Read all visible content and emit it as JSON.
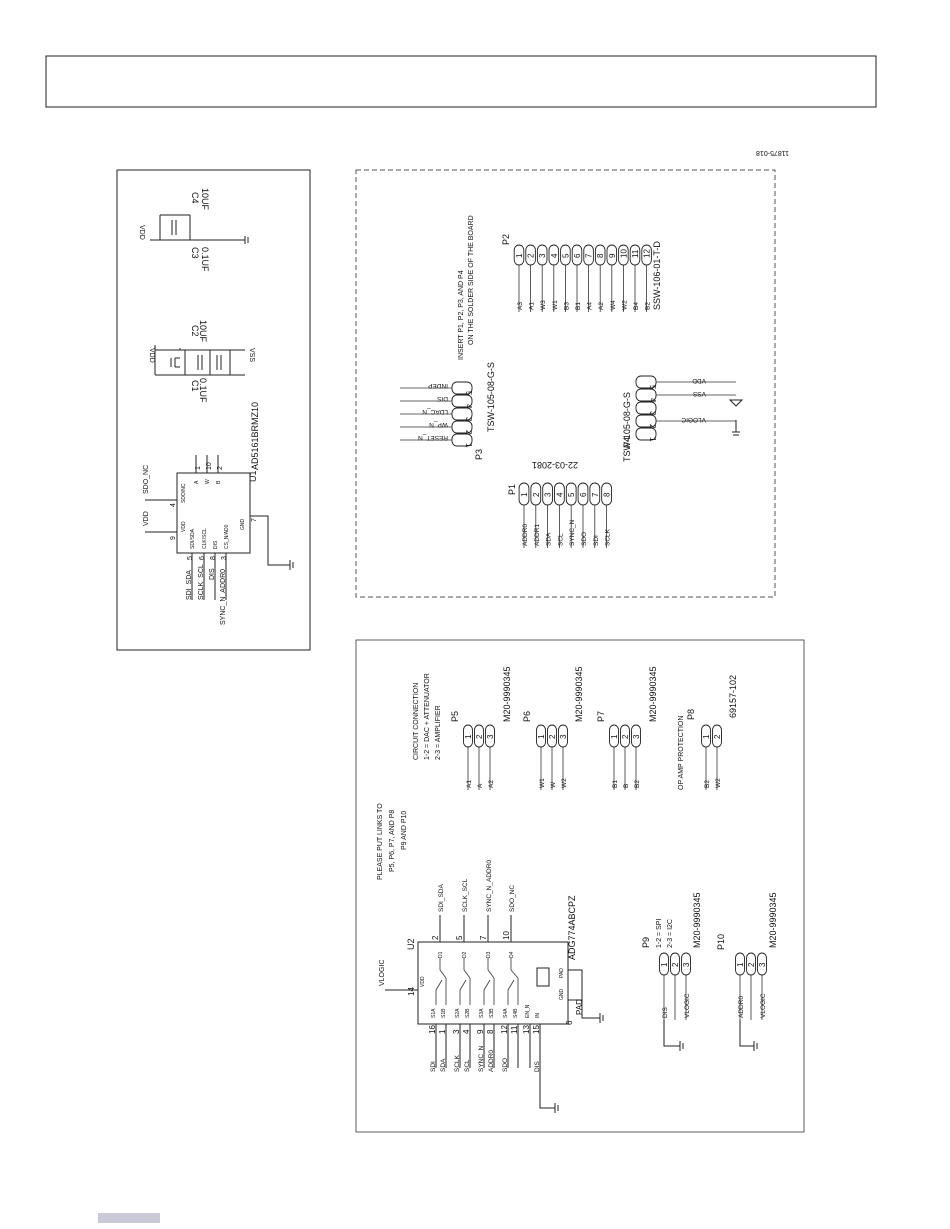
{
  "figure_code": "11875-018",
  "u1": {
    "ref": "U1",
    "part": "AD5161BRMZ10",
    "labels": {
      "vdd": "VDD",
      "sdo_nc": "SDO_NC",
      "sdi_sda": "SDI_SDA",
      "sclk_scl": "SCLK_SCL",
      "dis": "DIS",
      "sync": "SYNC_N_ADDR0"
    },
    "pin_names": [
      "VDD",
      "SDO/NC",
      "SDI/SDA",
      "CLK/SCL",
      "DIS",
      "CS_N/AD0",
      "A",
      "W",
      "B",
      "GND"
    ],
    "pin_numbers": [
      "9",
      "4",
      "5",
      "6",
      "8",
      "3",
      "1",
      "10",
      "2",
      "7"
    ]
  },
  "caps": {
    "c1": {
      "ref": "C1",
      "value": "0.1UF"
    },
    "c2": {
      "ref": "C2",
      "value": "10UF"
    },
    "c3": {
      "ref": "C3",
      "value": "0.1UF"
    },
    "c4": {
      "ref": "C4",
      "value": "10UF"
    },
    "vdd_a": "VDD",
    "vss_a": "VSS",
    "vdd_b": "VDD"
  },
  "p2": {
    "ref": "P2",
    "part": "SSW-106-01-T-D",
    "pins": [
      "1",
      "2",
      "3",
      "4",
      "5",
      "6",
      "7",
      "8",
      "9",
      "10",
      "11",
      "12"
    ],
    "signals": [
      "A3",
      "A1",
      "W3",
      "W1",
      "B3",
      "B1",
      "A4",
      "A2",
      "W4",
      "W2",
      "B4",
      "B2"
    ],
    "note_1": "INSERT P1, P2, P3, AND P4",
    "note_2": "ON THE SOLDER SIDE OF THE BOARD"
  },
  "p3": {
    "ref": "P3",
    "part": "TSW-105-08-G-S",
    "pins": [
      "1",
      "2",
      "3",
      "4",
      "5"
    ],
    "signals": [
      "RESET_N",
      "WP_N",
      "LDAC_N",
      "DIS",
      "INDEP"
    ]
  },
  "p4": {
    "ref": "P4",
    "part": "TSW-105-08-G-S",
    "pins": [
      "1",
      "2",
      "3",
      "4",
      "5"
    ],
    "signals": [
      "",
      "VLOGIC",
      "",
      "VSS",
      "VDD"
    ]
  },
  "p1": {
    "ref": "P1",
    "part": "22-03-2081",
    "pins": [
      "1",
      "2",
      "3",
      "4",
      "5",
      "6",
      "7",
      "8"
    ],
    "signals": [
      "ADDR0",
      "ADDR1",
      "SDA",
      "SCL",
      "SYNC_N",
      "SDO",
      "SDI",
      "SCLK"
    ]
  },
  "u2": {
    "ref": "U2",
    "part": "ADG774ABCPZ",
    "vlogic": "VLOGIC",
    "vdd_pin_name": "VDD",
    "vdd_pin_num": "14",
    "top_nets": [
      "SDI_SDA",
      "SCLK_SCL",
      "SYNC_N_ADDR0",
      "SDO_NC"
    ],
    "top_pin_nums": [
      "2",
      "5",
      "7",
      "10"
    ],
    "top_pin_names": [
      "D1",
      "D2",
      "D3",
      "D4"
    ],
    "pad_name": "PAD",
    "pad_num": "6",
    "pad_label": "PAD",
    "gnd_name": "GND",
    "bottom_pin_nums": [
      "16",
      "1",
      "3",
      "4",
      "9",
      "8",
      "12",
      "11",
      "13",
      "15"
    ],
    "bottom_nets": [
      "SDI",
      "SDA",
      "SCLK",
      "SCL",
      "SYNC_N",
      "ADDR0",
      "SDO",
      "",
      "",
      "DIS"
    ],
    "bottom_pin_names": [
      "S1A",
      "S1B",
      "S2A",
      "S2B",
      "S3A",
      "S3B",
      "S4A",
      "S4B",
      "EN_N",
      "IN"
    ]
  },
  "links_note": {
    "line_1": "PLEASE PUT LINKS TO",
    "line_2": "P5, P6, P7, AND P8",
    "line_3": "P9 AND P10"
  },
  "circuit_note": {
    "line_1": "CIRCUIT CONNECTION",
    "line_2": "1-2 = DAC + ATTENUATOR",
    "line_3": "2-3 = AMPLIFIER"
  },
  "p5": {
    "ref": "P5",
    "part": "M20-9990345",
    "pins": [
      "1",
      "2",
      "3"
    ],
    "signals": [
      "A1",
      "A",
      "A2"
    ]
  },
  "p6": {
    "ref": "P6",
    "part": "M20-9990345",
    "pins": [
      "1",
      "2",
      "3"
    ],
    "signals": [
      "W1",
      "W",
      "W2"
    ]
  },
  "p7": {
    "ref": "P7",
    "part": "M20-9990345",
    "pins": [
      "1",
      "2",
      "3"
    ],
    "signals": [
      "B1",
      "B",
      "B2"
    ]
  },
  "p8": {
    "ref": "P8",
    "part": "69157-102",
    "pins": [
      "1",
      "2"
    ],
    "signals": [
      "B2",
      "W2"
    ],
    "note": "OP AMP PROTECTION"
  },
  "p9": {
    "ref": "P9",
    "part": "M20-9990345",
    "pins": [
      "1",
      "2",
      "3"
    ],
    "signals": [
      "DIS",
      "",
      "VLOGIC"
    ],
    "note_1": "1-2 = SPI",
    "note_2": "2-3 = I2C"
  },
  "p10": {
    "ref": "P10",
    "part": "M20-9990345",
    "pins": [
      "1",
      "2",
      "3"
    ],
    "signals": [
      "ADDR0",
      "",
      "VLOGIC"
    ]
  }
}
